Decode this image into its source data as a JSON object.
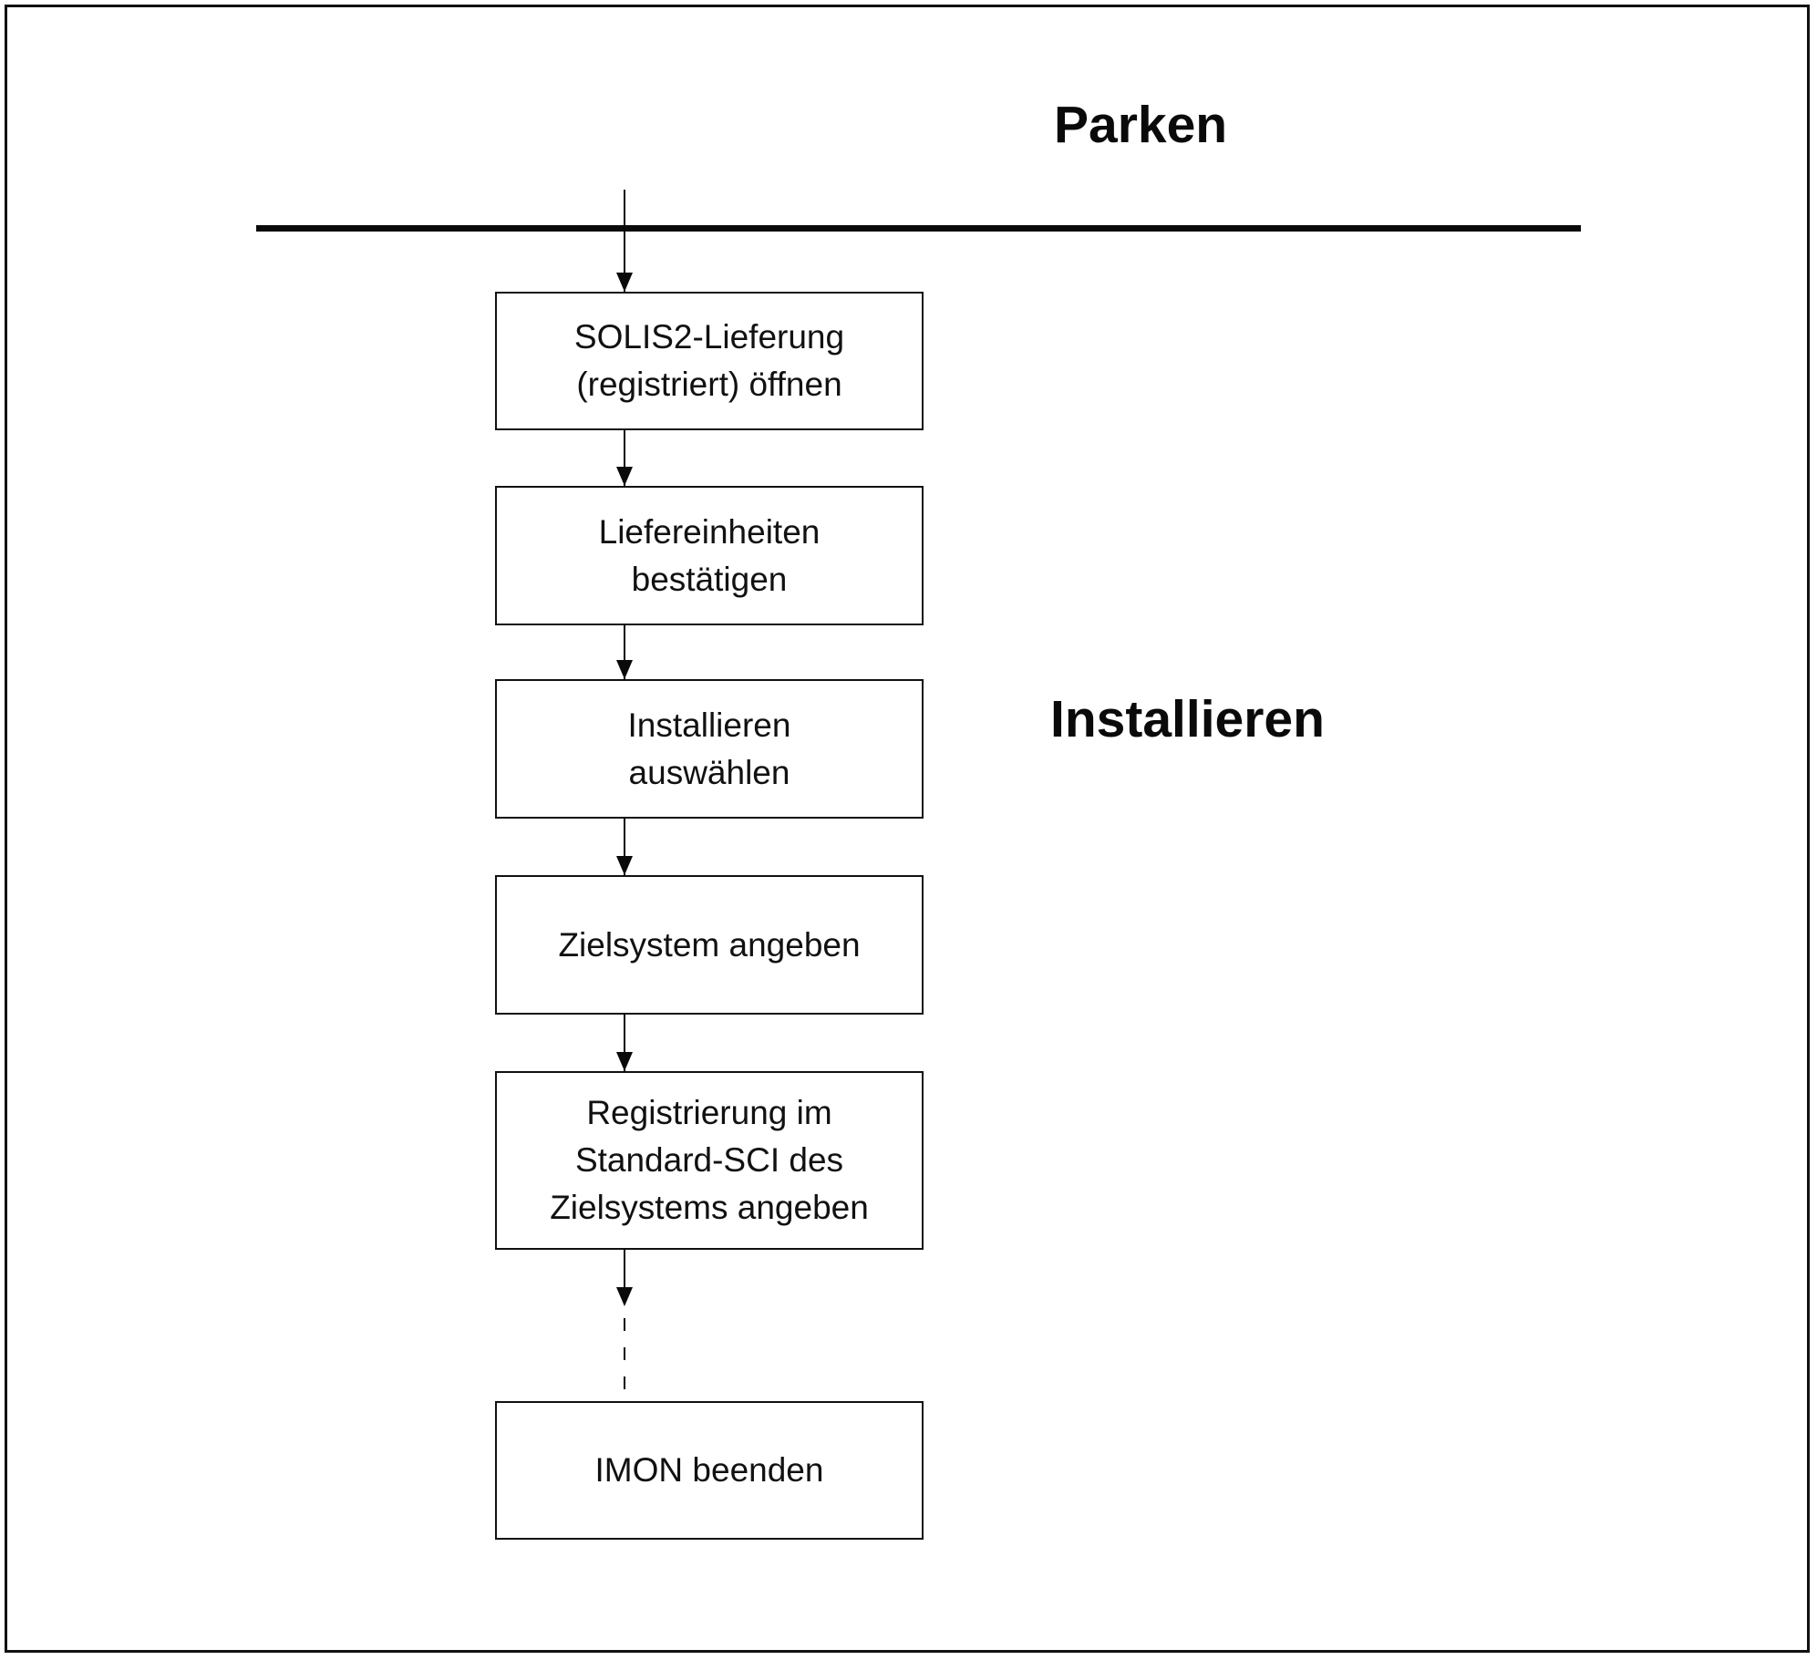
{
  "diagram": {
    "phases": {
      "parken": "Parken",
      "installieren": "Installieren"
    },
    "steps": [
      {
        "label": "SOLIS2-Lieferung\n(registriert) öffnen"
      },
      {
        "label": "Liefereinheiten\nbestätigen"
      },
      {
        "label": "Installieren\nauswählen"
      },
      {
        "label": "Zielsystem angeben"
      },
      {
        "label": "Registrierung im\nStandard-SCI des\nZielsystems angeben"
      },
      {
        "label": "IMON beenden"
      }
    ],
    "connector_style_last": "dashed",
    "colors": {
      "line": "#0a0a0a",
      "text": "#111111",
      "background": "#ffffff"
    }
  }
}
